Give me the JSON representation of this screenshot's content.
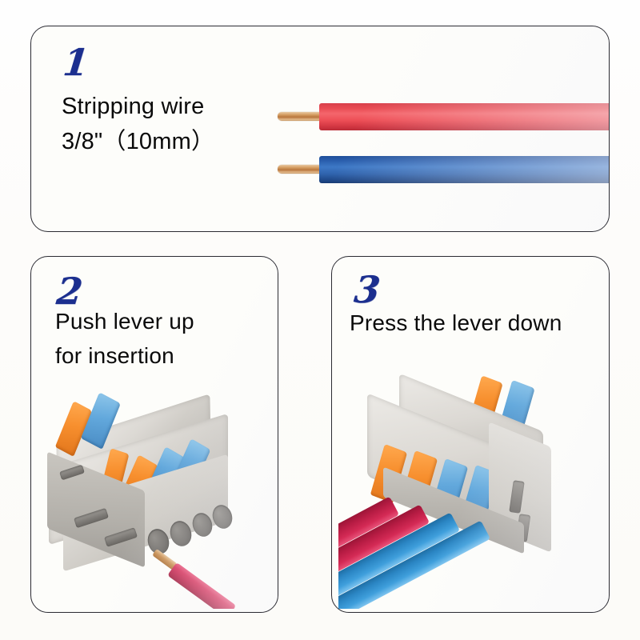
{
  "page": {
    "background_color": "#fdfdfb",
    "panel_border_color": "#2b2b33",
    "step_number_color": "#1c2f8f",
    "caption_color": "#0a0a0a"
  },
  "panels": [
    {
      "id": "step-1",
      "number": "1",
      "caption": "Stripping  wire\n3/8\"（10mm）",
      "caption_line_1": "Stripping  wire",
      "caption_line_2": "3/8\"（10mm）",
      "illustration": "two-stripped-wires"
    },
    {
      "id": "step-2",
      "number": "2",
      "caption": "Push  lever  up\nfor  insertion",
      "caption_line_1": "Push  lever  up",
      "caption_line_2": "for  insertion",
      "illustration": "connector-lever-up-with-red-wire"
    },
    {
      "id": "step-3",
      "number": "3",
      "caption": "Press  the  lever  down",
      "caption_line_1": "Press  the  lever  down",
      "illustration": "connector-levers-down-four-wires"
    }
  ],
  "wires": {
    "red_sheath_color": "#e84a52",
    "blue_sheath_color": "#2a5fae",
    "copper_color": "#c98f51",
    "lead_red_color": "#c8234b",
    "lead_blue_color": "#3f9fdc",
    "items": [
      {
        "name": "red-wire",
        "color": "#e84a52",
        "stripped_length": "10mm"
      },
      {
        "name": "blue-wire",
        "color": "#2a5fae",
        "stripped_length": "10mm"
      }
    ]
  },
  "connector": {
    "body_color": "#dcd9d4",
    "lever_orange_color": "#f78f2e",
    "lever_blue_color": "#62a8dc",
    "port_color": "#706d69",
    "panel2_levers": [
      {
        "name": "lever-orange-raised",
        "color": "#f78f2e",
        "state": "up"
      },
      {
        "name": "lever-blue",
        "color": "#62a8dc",
        "state": "up"
      },
      {
        "name": "lever-orange",
        "color": "#f78f2e",
        "state": "down"
      },
      {
        "name": "lever-blue-2",
        "color": "#62a8dc",
        "state": "down"
      },
      {
        "name": "lever-blue-3",
        "color": "#62a8dc",
        "state": "down"
      }
    ],
    "panel3_levers": [
      {
        "name": "lever-orange-top",
        "color": "#f78f2e",
        "state": "down"
      },
      {
        "name": "lever-blue-top",
        "color": "#62a8dc",
        "state": "down"
      },
      {
        "name": "lever-orange-1",
        "color": "#f78f2e",
        "state": "down"
      },
      {
        "name": "lever-orange-2",
        "color": "#f78f2e",
        "state": "down"
      },
      {
        "name": "lever-blue-1",
        "color": "#62a8dc",
        "state": "down"
      },
      {
        "name": "lever-blue-2",
        "color": "#62a8dc",
        "state": "down"
      }
    ],
    "panel3_wires": [
      {
        "name": "inserted-wire-red-1",
        "color": "#c8234b"
      },
      {
        "name": "inserted-wire-red-2",
        "color": "#c8234b"
      },
      {
        "name": "inserted-wire-blue-1",
        "color": "#3f9fdc"
      },
      {
        "name": "inserted-wire-blue-2",
        "color": "#3f9fdc"
      }
    ]
  }
}
